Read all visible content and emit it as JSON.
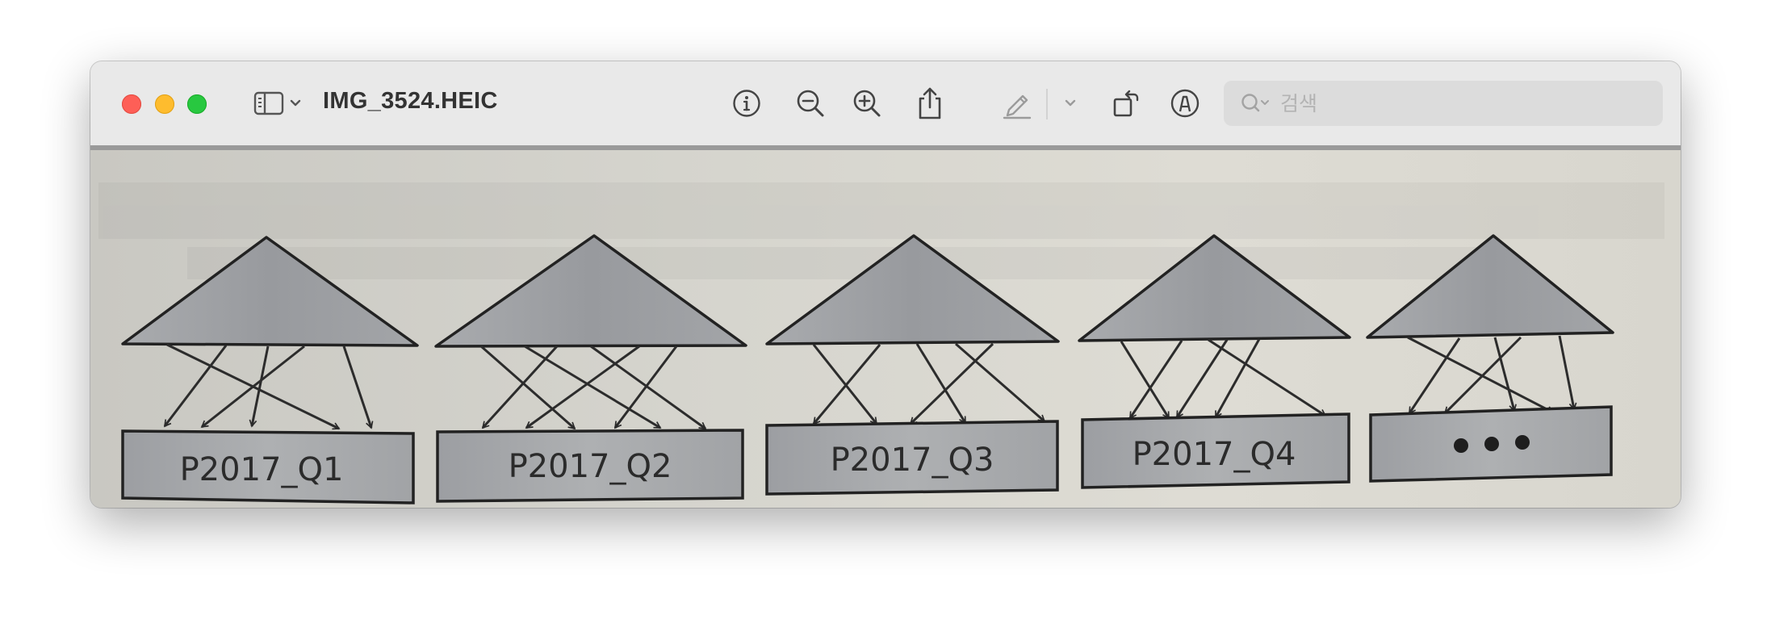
{
  "window": {
    "title": "IMG_3524.HEIC"
  },
  "toolbar": {
    "icons": [
      "sidebar-icon",
      "chevron-down-icon",
      "info-icon",
      "zoom-out-icon",
      "zoom-in-icon",
      "share-icon",
      "markup-pen-icon",
      "chevron-down-icon",
      "rotate-icon",
      "annotate-icon"
    ],
    "search_placeholder": "검색"
  },
  "colors": {
    "close": "#fe5f57",
    "minimize": "#febc2e",
    "maximize": "#28c840",
    "toolbar_bg": "#e9e9e9",
    "photo_bg": "#d6d5ce",
    "shape_fill": "#9d9fa2"
  },
  "image": {
    "partitions": [
      {
        "label": "P2017_Q1"
      },
      {
        "label": "P2017_Q2"
      },
      {
        "label": "P2017_Q3"
      },
      {
        "label": "P2017_Q4"
      },
      {
        "label": ""
      }
    ],
    "ellipsis_dots": 3
  }
}
